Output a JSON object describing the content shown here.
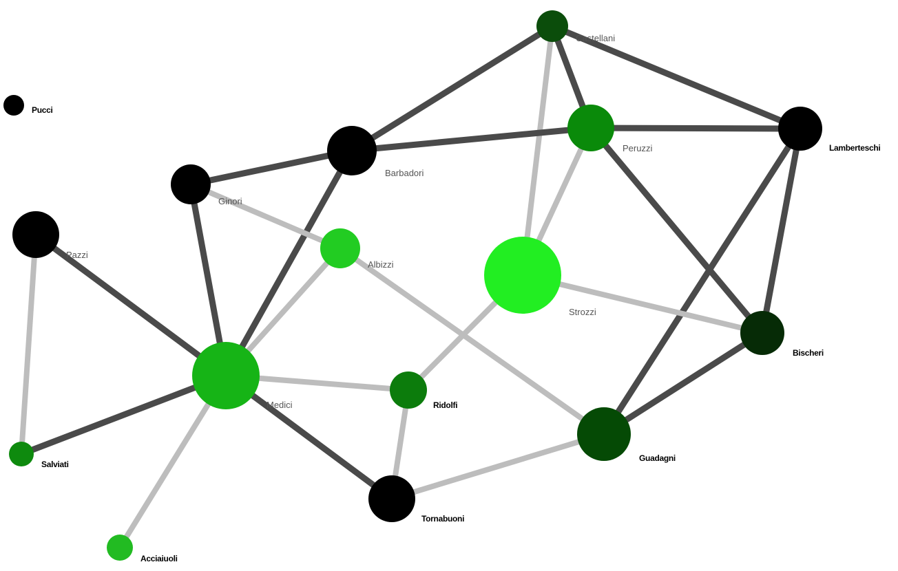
{
  "network": {
    "edge_colors": {
      "dark": "#4a4a4a",
      "light": "#bdbdbd"
    },
    "nodes": [
      {
        "id": "pucci",
        "label": "Pucci",
        "color": "#000000",
        "style": "bold"
      },
      {
        "id": "castellani",
        "label": "Castellani",
        "color": "#0b4d0b",
        "style": "light"
      },
      {
        "id": "peruzzi",
        "label": "Peruzzi",
        "color": "#0a8a0a",
        "style": "light"
      },
      {
        "id": "lamberteschi",
        "label": "Lamberteschi",
        "color": "#000000",
        "style": "bold"
      },
      {
        "id": "barbadori",
        "label": "Barbadori",
        "color": "#000000",
        "style": "light"
      },
      {
        "id": "ginori",
        "label": "Ginori",
        "color": "#000000",
        "style": "light"
      },
      {
        "id": "pazzi",
        "label": "Pazzi",
        "color": "#000000",
        "style": "light"
      },
      {
        "id": "albizzi",
        "label": "Albizzi",
        "color": "#22cc22",
        "style": "light"
      },
      {
        "id": "strozzi",
        "label": "Strozzi",
        "color": "#22ee22",
        "style": "light"
      },
      {
        "id": "bischeri",
        "label": "Bischeri",
        "color": "#062b06",
        "style": "bold"
      },
      {
        "id": "medici",
        "label": "Medici",
        "color": "#16b416",
        "style": "light"
      },
      {
        "id": "ridolfi",
        "label": "Ridolfi",
        "color": "#0c7c0c",
        "style": "bold"
      },
      {
        "id": "guadagni",
        "label": "Guadagni",
        "color": "#054a05",
        "style": "bold"
      },
      {
        "id": "salviati",
        "label": "Salviati",
        "color": "#0e8a0e",
        "style": "bold"
      },
      {
        "id": "tornabuoni",
        "label": "Tornabuoni",
        "color": "#000000",
        "style": "bold"
      },
      {
        "id": "acciaiuoli",
        "label": "Acciaiuoli",
        "color": "#22bb22",
        "style": "bold"
      }
    ],
    "edges": [
      {
        "source": "castellani",
        "target": "barbadori",
        "tone": "dark"
      },
      {
        "source": "castellani",
        "target": "peruzzi",
        "tone": "dark"
      },
      {
        "source": "castellani",
        "target": "lamberteschi",
        "tone": "dark"
      },
      {
        "source": "castellani",
        "target": "strozzi",
        "tone": "light"
      },
      {
        "source": "barbadori",
        "target": "peruzzi",
        "tone": "dark"
      },
      {
        "source": "peruzzi",
        "target": "lamberteschi",
        "tone": "dark"
      },
      {
        "source": "peruzzi",
        "target": "bischeri",
        "tone": "dark"
      },
      {
        "source": "peruzzi",
        "target": "strozzi",
        "tone": "light"
      },
      {
        "source": "lamberteschi",
        "target": "bischeri",
        "tone": "dark"
      },
      {
        "source": "lamberteschi",
        "target": "guadagni",
        "tone": "dark"
      },
      {
        "source": "barbadori",
        "target": "ginori",
        "tone": "dark"
      },
      {
        "source": "barbadori",
        "target": "medici",
        "tone": "dark"
      },
      {
        "source": "ginori",
        "target": "medici",
        "tone": "dark"
      },
      {
        "source": "ginori",
        "target": "albizzi",
        "tone": "light"
      },
      {
        "source": "pazzi",
        "target": "medici",
        "tone": "dark"
      },
      {
        "source": "pazzi",
        "target": "salviati",
        "tone": "light"
      },
      {
        "source": "albizzi",
        "target": "medici",
        "tone": "light"
      },
      {
        "source": "albizzi",
        "target": "guadagni",
        "tone": "light"
      },
      {
        "source": "strozzi",
        "target": "bischeri",
        "tone": "light"
      },
      {
        "source": "strozzi",
        "target": "ridolfi",
        "tone": "light"
      },
      {
        "source": "bischeri",
        "target": "guadagni",
        "tone": "dark"
      },
      {
        "source": "medici",
        "target": "ridolfi",
        "tone": "light"
      },
      {
        "source": "medici",
        "target": "salviati",
        "tone": "dark"
      },
      {
        "source": "medici",
        "target": "tornabuoni",
        "tone": "dark"
      },
      {
        "source": "medici",
        "target": "acciaiuoli",
        "tone": "light"
      },
      {
        "source": "ridolfi",
        "target": "tornabuoni",
        "tone": "light"
      },
      {
        "source": "guadagni",
        "target": "tornabuoni",
        "tone": "light"
      }
    ]
  }
}
